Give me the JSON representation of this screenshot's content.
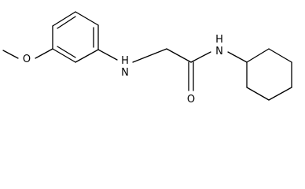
{
  "molecule": {
    "atoms": {
      "methoxy_o": "O",
      "amine_nh": "H",
      "amine_n": "N",
      "amide_nh": "H",
      "amide_n": "N",
      "carbonyl_o": "O"
    }
  }
}
